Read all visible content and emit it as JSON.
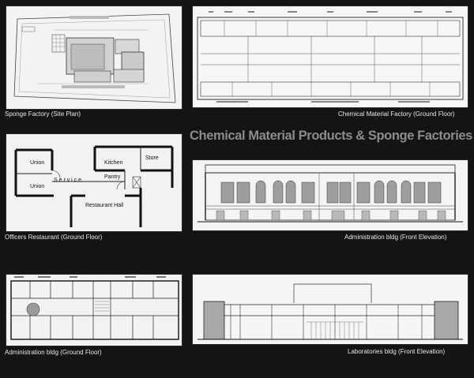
{
  "heading": "Chemical Material Products & Sponge Factories",
  "panels": [
    {
      "caption": "Sponge Factory (Site Plan)"
    },
    {
      "caption": "Chemical Material Factory (Ground Floor)"
    },
    {
      "caption": "Officers Restaurant (Ground Floor)"
    },
    {
      "caption": "Administration bldg (Front Elevation)"
    },
    {
      "caption": "Administration bldg (Ground Floor)"
    },
    {
      "caption": "Laboratories bldg (Front Elevation)"
    }
  ],
  "restaurant_labels": {
    "union_top": "Union",
    "union_bottom": "Union",
    "kitchen": "Kitchen",
    "store": "Store",
    "pantry": "Pantry",
    "service": "S e r v i c e",
    "restaurant_hall": "Restaurant Hall"
  }
}
